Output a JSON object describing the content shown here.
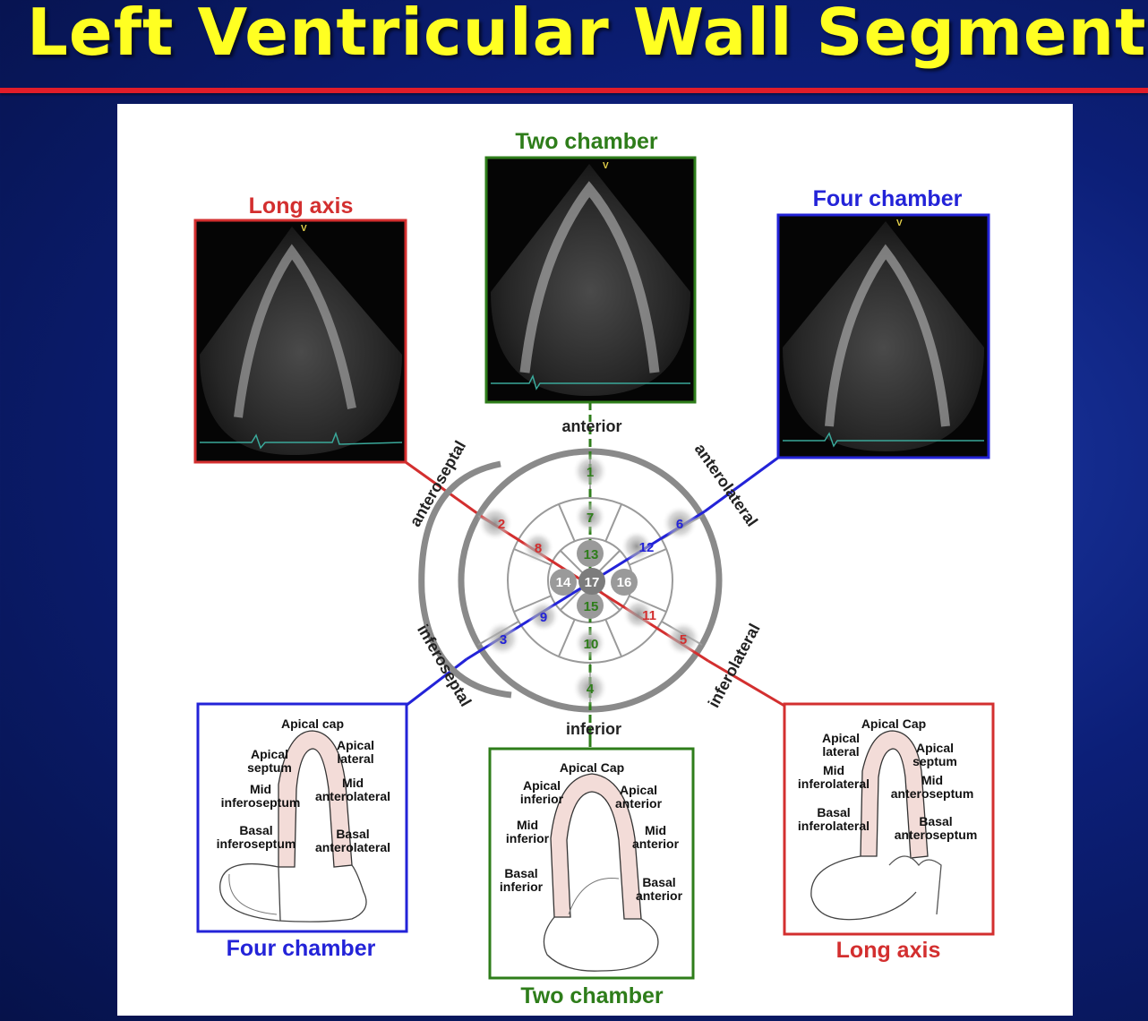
{
  "slide": {
    "title": "Left Ventricular Wall Segments"
  },
  "echo_views": {
    "long_axis": {
      "label": "Long axis",
      "marker": "V",
      "color": "#d32f2f"
    },
    "two_chamber": {
      "label": "Two chamber",
      "marker": "V",
      "color": "#2e7d1a"
    },
    "four_chamber": {
      "label": "Four chamber",
      "marker": "V",
      "color": "#2323d8"
    }
  },
  "bullseye": {
    "directions": {
      "anterior": "anterior",
      "anteroseptal": "anteroseptal",
      "anterolateral": "anterolateral",
      "inferoseptal": "inferoseptal",
      "inferolateral": "inferolateral",
      "inferior": "inferior"
    },
    "segments": {
      "s1": "1",
      "s2": "2",
      "s3": "3",
      "s4": "4",
      "s5": "5",
      "s6": "6",
      "s7": "7",
      "s8": "8",
      "s9": "9",
      "s10": "10",
      "s11": "11",
      "s12": "12",
      "s13": "13",
      "s14": "14",
      "s15": "15",
      "s16": "16",
      "s17": "17"
    }
  },
  "schematics": {
    "four_chamber": {
      "title": "Four chamber",
      "labels": {
        "apical_cap": "Apical cap",
        "apical_septum_1": "Apical",
        "apical_septum_2": "septum",
        "apical_lateral_1": "Apical",
        "apical_lateral_2": "lateral",
        "mid_inferoseptum_1": "Mid",
        "mid_inferoseptum_2": "inferoseptum",
        "mid_anterolateral_1": "Mid",
        "mid_anterolateral_2": "anterolateral",
        "basal_inferoseptum_1": "Basal",
        "basal_inferoseptum_2": "inferoseptum",
        "basal_anterolateral_1": "Basal",
        "basal_anterolateral_2": "anterolateral"
      }
    },
    "two_chamber": {
      "title": "Two chamber",
      "labels": {
        "apical_cap": "Apical Cap",
        "apical_inferior_1": "Apical",
        "apical_inferior_2": "inferior",
        "apical_anterior_1": "Apical",
        "apical_anterior_2": "anterior",
        "mid_inferior_1": "Mid",
        "mid_inferior_2": "inferior",
        "mid_anterior_1": "Mid",
        "mid_anterior_2": "anterior",
        "basal_inferior_1": "Basal",
        "basal_inferior_2": "inferior",
        "basal_anterior_1": "Basal",
        "basal_anterior_2": "anterior"
      }
    },
    "long_axis": {
      "title": "Long axis",
      "labels": {
        "apical_cap": "Apical Cap",
        "apical_lateral_1": "Apical",
        "apical_lateral_2": "lateral",
        "apical_septum_1": "Apical",
        "apical_septum_2": "septum",
        "mid_inferolateral_1": "Mid",
        "mid_inferolateral_2": "inferolateral",
        "mid_anteroseptum_1": "Mid",
        "mid_anteroseptum_2": "anteroseptum",
        "basal_inferolateral_1": "Basal",
        "basal_inferolateral_2": "inferolateral",
        "basal_anteroseptum_1": "Basal",
        "basal_anteroseptum_2": "anteroseptum"
      }
    }
  },
  "colors": {
    "title": "#ffff22",
    "title_rule": "#e11d2a",
    "background": "#0c1f78",
    "long_axis": "#d32f2f",
    "two_chamber": "#2e7d1a",
    "four_chamber": "#2323d8",
    "wall_fill": "#f3dcd8"
  }
}
